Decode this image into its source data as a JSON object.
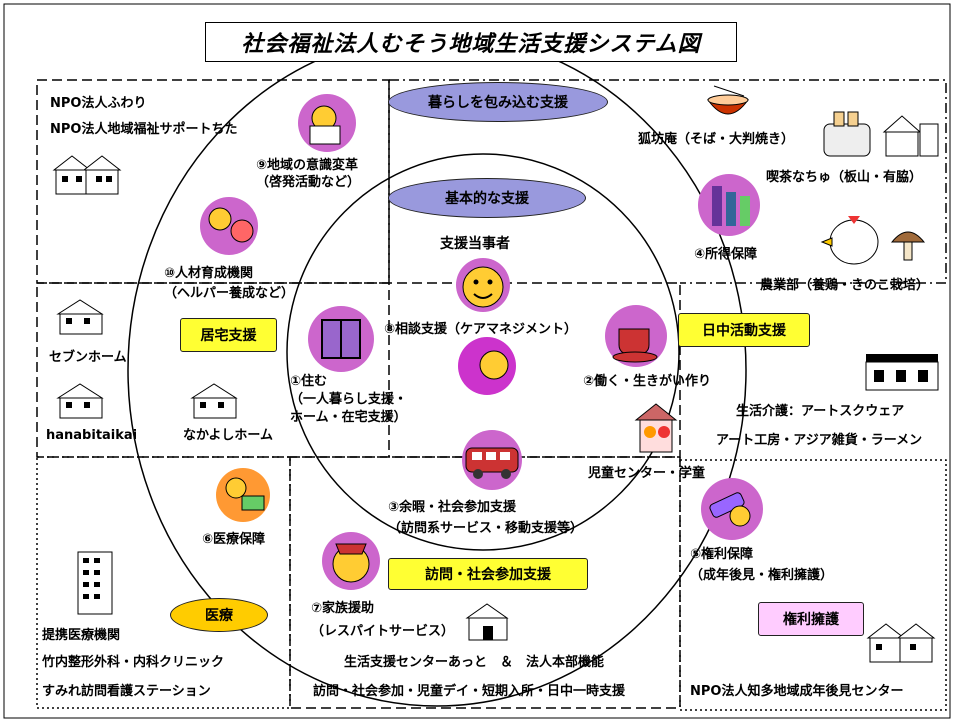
{
  "title": "社会福祉法人むそう地域生活支援システム図",
  "pills": {
    "kurashi": "暮らしを包み込む支援",
    "kihon": "基本的な支援",
    "kyotaku": "居宅支援",
    "nicchu": "日中活動支援",
    "houmon": "訪問・社会参加支援",
    "iryo": "医療",
    "kenri": "権利擁護"
  },
  "labels": {
    "npo1": "NPO法人ふわり",
    "npo2": "NPO法人地域福祉サポートちた",
    "ishiki1": "⑨地域の意識変革",
    "ishiki2": "（啓発活動など）",
    "jinzai1": "⑩人材育成機関",
    "jinzai2": "（ヘルパー養成など）",
    "kobouan": "狐坊庵（そば・大判焼き）",
    "kissa": "喫茶なちゅ（板山・有脇）",
    "shotoku": "④所得保障",
    "nogyo": "農業部（養鶏・きのこ栽培）",
    "toujisha": "支援当事者",
    "soudan": "⑧相談支援（ケアマネジメント）",
    "seven": "セブンホーム",
    "hanabi": "hanabitaikai",
    "nakayoshi": "なかよしホーム",
    "sumu1": "①住む",
    "sumu2": "（一人暮らし支援・",
    "sumu3": "ホーム・在宅支援）",
    "hataraku": "②働く・生きがい作り",
    "kaigo": "生活介護：アートスクウェア",
    "koubou": "アート工房・アジア雑貨・ラーメン",
    "jido": "児童センター・学童",
    "yoka1": "③余暇・社会参加支援",
    "yoka2": "（訪問系サービス・移動支援等）",
    "iryohosho": "⑥医療保障",
    "kenrihosho1": "⑤権利保障",
    "kenrihosho2": "（成年後見・権利擁護）",
    "kazoku1": "⑦家族援助",
    "kazoku2": "（レスパイトサービス）",
    "teikei": "提携医療機関",
    "takeuchi": "竹内整形外科・内科クリニック",
    "sumire": "すみれ訪問看護ステーション",
    "center": "生活支援センターあっと　＆　法人本部機能",
    "houmon_svc": "訪問・社会参加・児童デイ・短期入所・日中一時支援",
    "npo_chita": "NPO法人知多地域成年後見センター"
  },
  "icons": [
    "reading-person-icon",
    "child-waving-icon",
    "window-icon",
    "ramen-bowl-icon",
    "toaster-icon",
    "house-icon",
    "city-buildings-icon",
    "chicken-icon",
    "mushroom-icon",
    "face-icon",
    "coffee-cup-icon",
    "children-icon",
    "bus-icon",
    "person-stretching-icon",
    "gavel-icon",
    "person-sleeping-icon",
    "hospital-building-icon"
  ],
  "colors": {
    "pill_purple": "#9999dd",
    "pill_yellow": "#ffff33",
    "pill_pink": "#ffccff",
    "pill_gold": "#ffcc00"
  }
}
